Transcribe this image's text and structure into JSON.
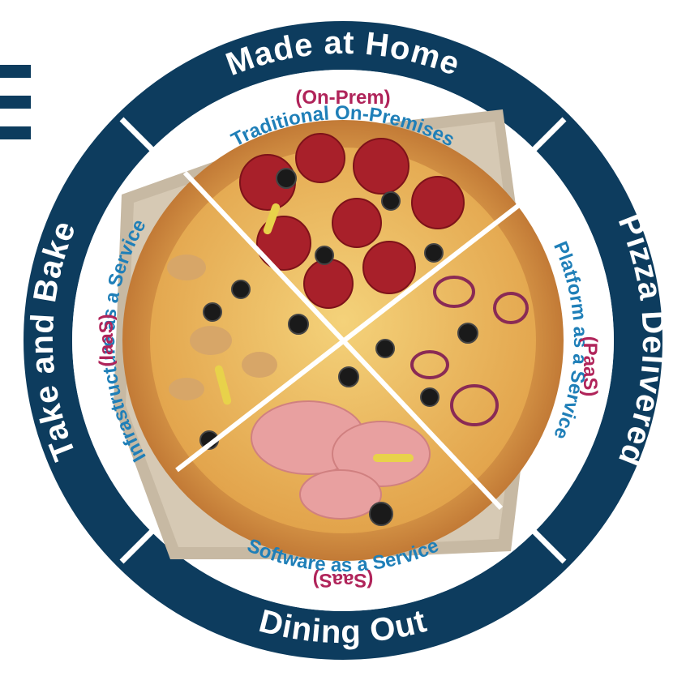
{
  "colors": {
    "ring": "#0d3c5e",
    "service_text": "#1f7fb8",
    "abbr_text": "#b0245a",
    "ring_text": "#ffffff",
    "divider": "#ffffff"
  },
  "icons": {
    "menu": "hamburger-menu-icon"
  },
  "segments": {
    "top": {
      "ring": "Made at Home",
      "service": "Traditional On-Premises",
      "abbr": "(On-Prem)"
    },
    "right": {
      "ring": "Pizza Delivered",
      "service": "Platform as a Service",
      "abbr": "(PaaS)"
    },
    "bottom": {
      "ring": "Dining Out",
      "service": "Software as a Service",
      "abbr": "(SaaS)"
    },
    "left": {
      "ring": "Take and Bake",
      "service": "Infrastructure as a Service",
      "abbr": "(IaaS)"
    }
  }
}
